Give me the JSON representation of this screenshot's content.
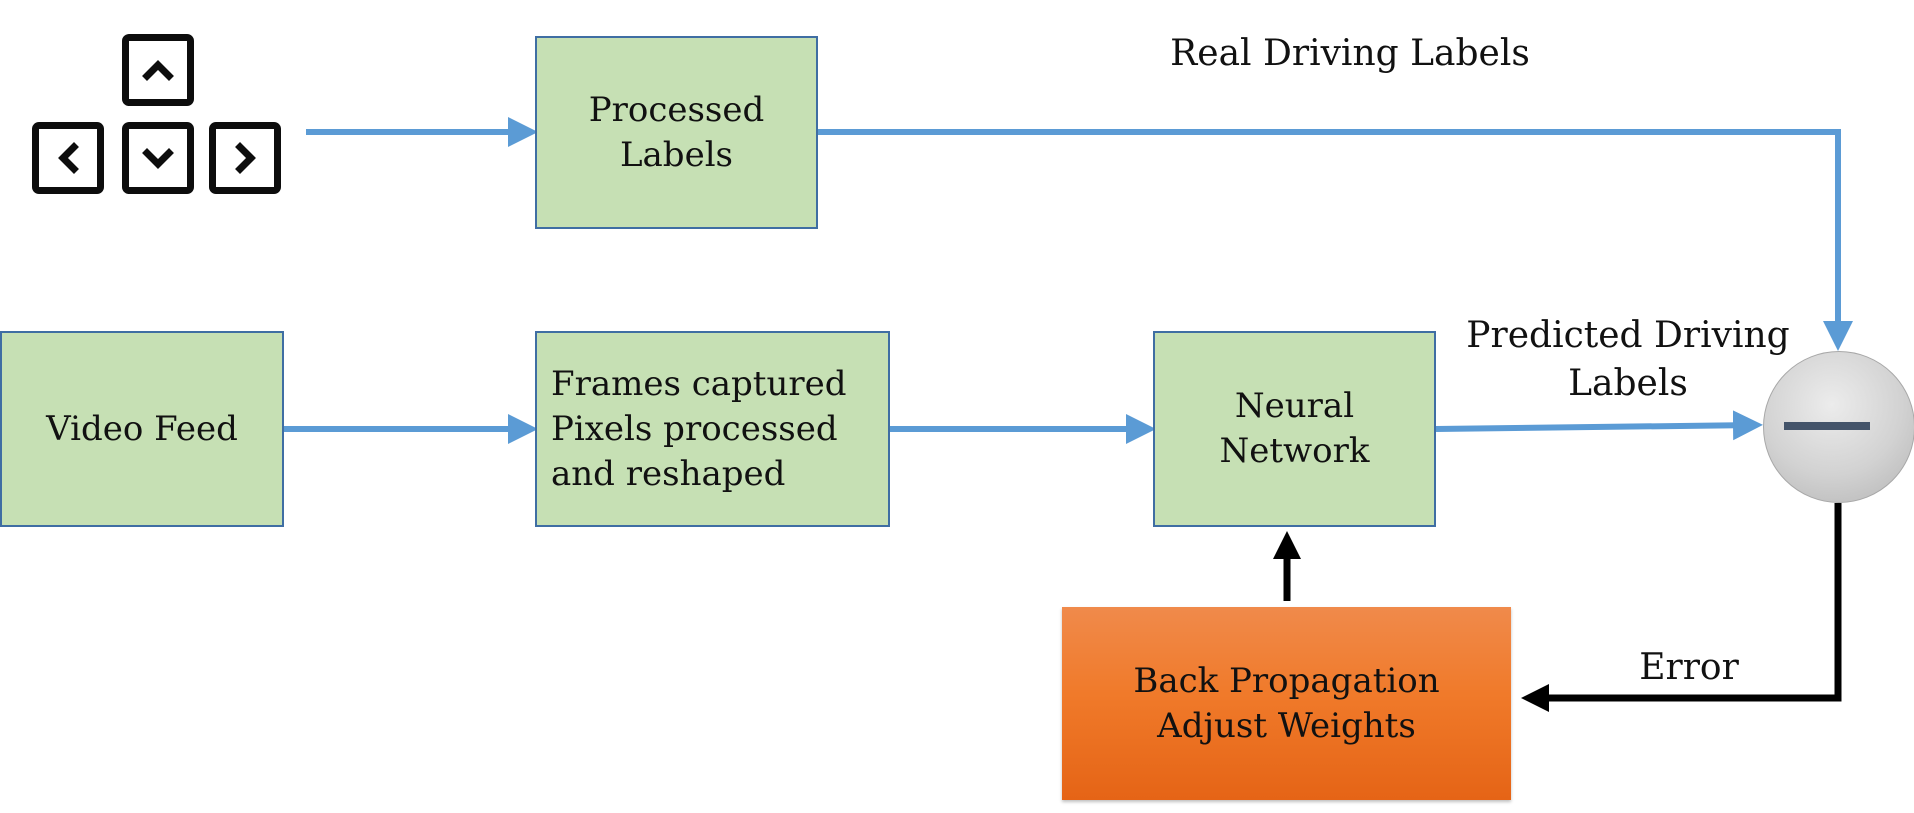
{
  "boxes": {
    "processed_labels": [
      "Processed",
      "Labels"
    ],
    "video_feed": [
      "Video Feed"
    ],
    "frames": [
      "Frames captured",
      "Pixels processed",
      "and reshaped"
    ],
    "neural_network": [
      "Neural",
      "Network"
    ],
    "back_propagation": [
      "Back Propagation",
      "Adjust Weights"
    ]
  },
  "labels": {
    "real_driving": "Real Driving Labels",
    "predicted_driving": [
      "Predicted Driving",
      "Labels"
    ],
    "error": "Error"
  },
  "operator": {
    "symbol": "minus"
  },
  "keys": [
    "up-arrow-key",
    "left-arrow-key",
    "down-arrow-key",
    "right-arrow-key"
  ],
  "colors": {
    "box_fill": "#c6e0b4",
    "box_border": "#3f6ea3",
    "flow_arrow": "#5b9bd5",
    "feedback_arrow": "#000000",
    "backprop_fill": "#f07a2a",
    "minus_bar": "#44546a"
  }
}
